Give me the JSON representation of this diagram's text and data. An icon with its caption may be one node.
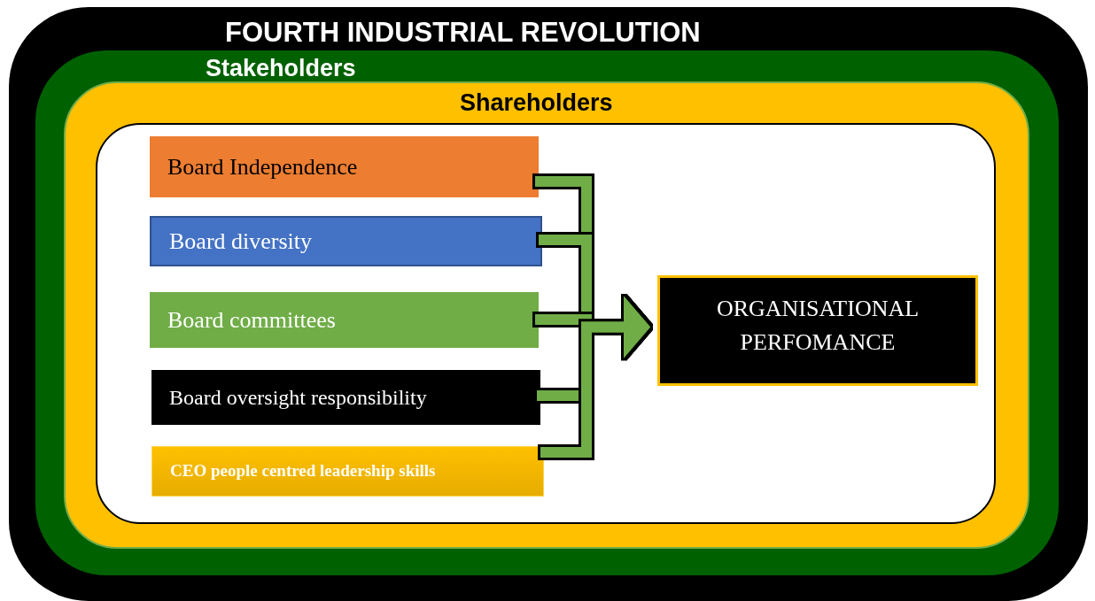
{
  "diagram": {
    "nodes": [
      {
        "text": [
          "FOURTH INDUSTRIAL REVOLUTION"
        ]
      },
      {
        "text": [
          "Stakeholders"
        ],
        "in": 0
      },
      {
        "text": [
          "Shareholders"
        ],
        "in": 1
      },
      {
        "text": [],
        "shape": "box",
        "in": 2
      },
      {
        "text": [
          "Board Independence"
        ],
        "in": 3
      },
      {
        "text": [
          "Board diversity"
        ],
        "in": 3
      },
      {
        "text": [
          "Board committees"
        ],
        "in": 3
      },
      {
        "text": [
          "Board oversight responsibility"
        ],
        "in": 3
      },
      {
        "text": [
          "CEO people centred leadership skills"
        ],
        "in": 3
      },
      {
        "text": [
          "ORGANISATIONAL PERFOMANCE"
        ],
        "in": 3
      }
    ],
    "edges": [
      {
        "from": 4,
        "to": 9,
        "arrow": "to"
      },
      {
        "from": 5,
        "to": 9,
        "arrow": "to"
      },
      {
        "from": 6,
        "to": 9,
        "arrow": "to"
      },
      {
        "from": 7,
        "to": 9,
        "arrow": "to"
      },
      {
        "from": 8,
        "to": 9,
        "arrow": "to"
      }
    ]
  }
}
